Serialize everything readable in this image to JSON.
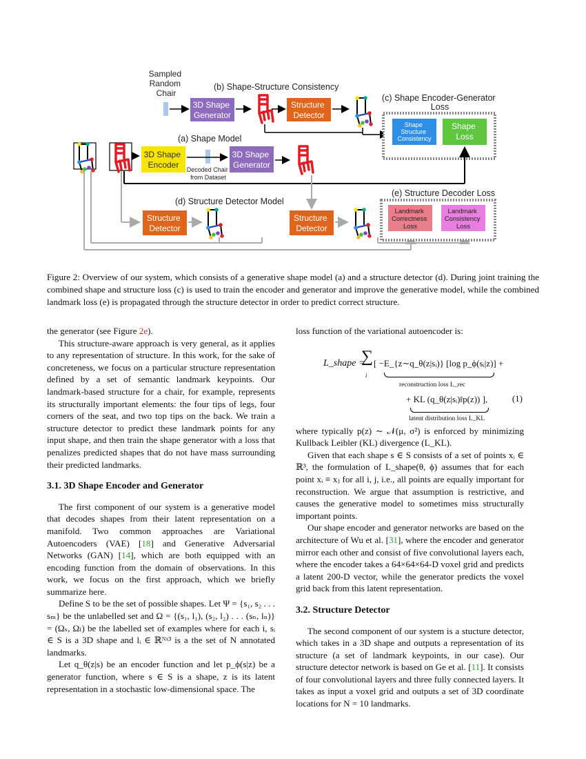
{
  "figure": {
    "sampled_chair_label": [
      "Sampled",
      "Random",
      "Chair"
    ],
    "section_b_title": "(b) Shape-Structure Consistency",
    "section_a_title": "(a) Shape Model",
    "section_c_title": [
      "(c) Shape Encoder-Generator",
      "Loss"
    ],
    "section_d_title": "(d) Structure Detector Model",
    "section_e_title": "(e) Structure Decoder Loss",
    "gen_box_label": [
      "3D Shape",
      "Generator"
    ],
    "enc_box_label": [
      "3D Shape",
      "Encoder"
    ],
    "detector_label": [
      "Structure",
      "Detector"
    ],
    "decoded_chair_label": [
      "Decoded Chair",
      "from Dataset"
    ],
    "consistency_box_label": [
      "Shape",
      "Structure",
      "Consistency"
    ],
    "shape_loss_label": [
      "Shape",
      "Loss"
    ],
    "landmark_correctness_label": [
      "Landmark",
      "Correctness",
      "Loss"
    ],
    "landmark_consistency_label": [
      "Landmark",
      "Consistency",
      "Loss"
    ],
    "colors": {
      "purple": "#8e6bbd",
      "yellow": "#f7e400",
      "orange": "#e0651b",
      "blue": "#2f8ee6",
      "green": "#5ec63f",
      "pink": "#e97d8a",
      "magenta": "#e87ee0",
      "red": "#e21b24",
      "lightblue": "#a8c8ec"
    }
  },
  "caption": "Figure 2: Overview of our system, which consists of a generative shape model (a) and a structure detector (d). During joint training the combined shape and structure loss (c) is used to train the encoder and generator and improve the generative model, while the combined landmark loss (e) is propagated through the structure detector in order to predict correct structure.",
  "left": {
    "p0": "the generator (see Figure ",
    "p0_ref": "2e",
    "p0_end": ").",
    "p1": "This structure-aware approach is very general, as it applies to any representation of structure. In this work, for the sake of concreteness, we focus on a particular structure representation defined by a set of semantic landmark keypoints. Our landmark-based structure for a chair, for example, represents its structurally important elements: the four tips of legs, four corners of the seat, and two top tips on the back. We train a structure detector to predict these landmark points for any input shape, and then train the shape generator with a loss that penalizes predicted shapes that do not have mass surrounding their predicted landmarks.",
    "h1": "3.1. 3D Shape Encoder and Generator",
    "p2a": "The first component of our system is a generative model that decodes shapes from their latent representation on a manifold. Two common approaches are Variational Autoencoders (VAE) [",
    "ref18": "18",
    "p2b": "] and Generative Adversarial Networks (GAN) [",
    "ref14": "14",
    "p2c": "], which are both equipped with an encoding function from the domain of observations. In this work, we focus on the first approach, which we briefly summarize here.",
    "p3": "Define S to be the set of possible shapes. Let Ψ = {s₁, s₂ . . . sₘ} be the unlabelled set and Ω = {(s₁, l₁), (s₂, l₂) . . . (sₙ, lₙ)} = (Ωₛ, Ωₗ) be the labelled set of examples where for each i, sᵢ ∈ S is a 3D shape and lᵢ ∈ ℝᴺˣ³ is a the set of N annotated landmarks.",
    "p4": "Let q_θ(z|s) be an encoder function and let p_ϕ(s|z) be a generator function, where s ∈ S is a shape, z is its latent representation in a stochastic low-dimensional space. The"
  },
  "right": {
    "p0": "loss function of the variational autoencoder is:",
    "eq_lhs": "L_shape =",
    "eq_row1": "[ −E_{z∼q_θ(z|sᵢ)} [log p_ϕ(sᵢ|z)] +",
    "eq_lbl1": "reconstruction loss L_rec",
    "eq_row2": "+ KL (q_θ(z|sᵢ)‖p(z)) ],",
    "eq_lbl2": "latent distribution loss L_KL",
    "eq_num": "(1)",
    "p1": "where typically p(z) ∼ 𝒩(μ, σ²) is enforced by minimizing Kullback Leibler (KL) divergence (L_KL).",
    "p2": "Given that each shape s ∈ S consists of a set of points xᵢ ∈ ℝ³, the formulation of L_shape(θ, ϕ) assumes that for each point xᵢ ≡ xⱼ for all i, j, i.e., all points are equally important for reconstruction. We argue that assumption is restrictive, and causes the generative model to sometimes miss structurally important points.",
    "p3a": "Our shape encoder and generator networks are based on the architecture of Wu et al. [",
    "ref31": "31",
    "p3b": "], where the encoder and generator mirror each other and consist of five convolutional layers each, where the encoder takes a 64×64×64-D voxel grid and predicts a latent 200-D vector, while the generator predicts the voxel grid back from this latent representation.",
    "h2": "3.2. Structure Detector",
    "p4a": "The second component of our system is a stucture detector, which takes in a 3D shape and outputs a representation of its structure (a set of landmark keypoints, in our case). Our structure detector network is based on Ge et al. [",
    "ref11": "11",
    "p4b": "]. It consists of four convolutional layers and three fully connected layers. It takes as input a voxel grid and outputs a set of 3D coordinate locations for N = 10 landmarks."
  }
}
